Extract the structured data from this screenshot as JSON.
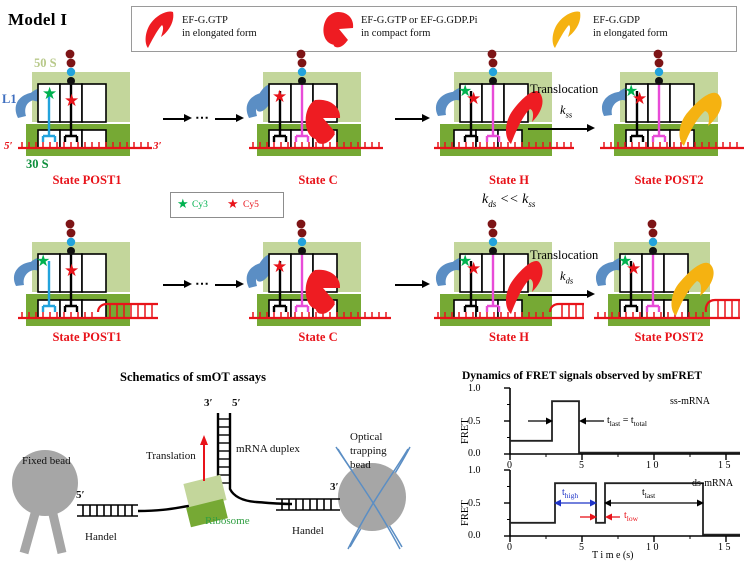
{
  "title": "Model I",
  "legend": {
    "items": [
      {
        "shape": "efg-elongated",
        "color": "#ee1c22",
        "line1": "EF-G.GTP",
        "line2": "in elongated form"
      },
      {
        "shape": "efg-compact",
        "color": "#ee1c22",
        "line1": "EF-G.GTP  or EF-G.GDP.Pi",
        "line2": "in compact form"
      },
      {
        "shape": "efg-elongated",
        "color": "#f5b211",
        "line1": "EF-G.GDP",
        "line2": "in elongated form"
      }
    ]
  },
  "dye_legend": {
    "cy3": {
      "label": "Cy3",
      "color": "#00b14f"
    },
    "cy5": {
      "label": "Cy5",
      "color": "#e8131a"
    }
  },
  "rate_comparison": "k_ds << k_ss",
  "rate_comparison_parts": {
    "left": "k",
    "left_sub": "ds",
    "op": " << ",
    "right": "k",
    "right_sub": "ss"
  },
  "rows": [
    {
      "id": "row-ss-mrna",
      "mrna_type": "ss-mRNA",
      "annotations": {
        "subunit_50s": "50 S",
        "subunit_30s": "30 S",
        "l1_stalk": "L1",
        "mrna_5prime": "5′",
        "mrna_3prime": "3′"
      },
      "states": [
        {
          "label": "State POST1",
          "efg": "none"
        },
        {
          "label": "State C",
          "efg": "compact-red"
        },
        {
          "label": "State H",
          "efg": "elongated-red"
        },
        {
          "label": "State POST2",
          "efg": "elongated-yellow"
        }
      ],
      "transitions": [
        {
          "type": "arrow-dots-arrow",
          "label": "",
          "rate": ""
        },
        {
          "type": "arrow",
          "label": "",
          "rate": ""
        },
        {
          "type": "arrow",
          "label": "Translocation",
          "rate_base": "k",
          "rate_sub": "ss"
        }
      ]
    },
    {
      "id": "row-ds-mrna",
      "mrna_type": "ds-mRNA",
      "annotations": {},
      "states": [
        {
          "label": "State POST1",
          "efg": "none"
        },
        {
          "label": "State C",
          "efg": "compact-red"
        },
        {
          "label": "State H",
          "efg": "elongated-red"
        },
        {
          "label": "State POST2",
          "efg": "elongated-yellow"
        }
      ],
      "transitions": [
        {
          "type": "arrow-dots-arrow",
          "label": "",
          "rate": ""
        },
        {
          "type": "arrow",
          "label": "",
          "rate": ""
        },
        {
          "type": "arrow",
          "label": "Translocation",
          "rate_base": "k",
          "rate_sub": "ds"
        }
      ]
    }
  ],
  "smot": {
    "title": "Schematics of  smOT assays",
    "labels": {
      "fixed_bead": "Fixed bead",
      "handel_left": "Handel",
      "handel_right": "Handel",
      "translation": "Translation",
      "mrna_duplex": "mRNA duplex",
      "ribosome": "Ribosome",
      "optical_bead_l1": "Optical",
      "optical_bead_l2": "trapping",
      "optical_bead_l3": "bead",
      "five_prime_left": "5′",
      "three_prime_top": "3′",
      "five_prime_top": "5′",
      "three_prime_right": "3′"
    },
    "colors": {
      "bead": "#a6a6a6",
      "ribosome_light": "#c3d69b",
      "ribosome_dark": "#76a934",
      "trap_laser": "#5b8ec4",
      "translation_arrow": "#e8131a"
    }
  },
  "fret": {
    "title": "Dynamics of FRET signals observed by smFRET"
  },
  "chart_data": [
    {
      "type": "line",
      "id": "fret-ss-mrna",
      "title": "Dynamics of FRET signals observed by smFRET",
      "xlabel": "",
      "ylabel": "FRET",
      "trace_label": "ss-mRNA",
      "xlim": [
        0,
        16
      ],
      "ylim": [
        0.0,
        1.0
      ],
      "xticks": [
        0,
        5,
        10,
        15
      ],
      "xticklabels": [
        "0",
        "5",
        "1 0",
        "1 5"
      ],
      "yticks": [
        0.0,
        0.5,
        1.0
      ],
      "yticklabels": [
        "0.0",
        "0.5",
        "1.0"
      ],
      "grid": false,
      "x": [
        0,
        2.9,
        2.9,
        4.8,
        4.8,
        16
      ],
      "y": [
        0.2,
        0.2,
        0.8,
        0.8,
        0.02,
        0.02
      ],
      "annotations": [
        {
          "text": "t_last = t_total",
          "label_parts": [
            "t",
            "last",
            " = ",
            "t",
            "total"
          ],
          "x_from": 2.9,
          "x_to": 4.8,
          "y": 0.5,
          "color": "#000000"
        }
      ]
    },
    {
      "type": "line",
      "id": "fret-ds-mrna",
      "title": "",
      "xlabel": "T i m e  (s)",
      "ylabel": "FRET",
      "trace_label": "ds-mRNA",
      "xlim": [
        0,
        16
      ],
      "ylim": [
        0.0,
        1.0
      ],
      "xticks": [
        0,
        5,
        10,
        15
      ],
      "xticklabels": [
        "0",
        "5",
        "1 0",
        "1 5"
      ],
      "yticks": [
        0.0,
        0.5,
        1.0
      ],
      "yticklabels": [
        "0.0",
        "0.5",
        "1.0"
      ],
      "grid": false,
      "x": [
        0,
        3.1,
        3.1,
        6.0,
        6.0,
        6.6,
        6.6,
        13.4,
        13.4,
        16
      ],
      "y": [
        0.2,
        0.2,
        0.8,
        0.8,
        0.2,
        0.2,
        0.8,
        0.8,
        0.02,
        0.02
      ],
      "annotations": [
        {
          "text": "t_high",
          "label_parts": [
            "t",
            "high"
          ],
          "x_from": 3.1,
          "x_to": 6.0,
          "y": 0.5,
          "color": "#1f34c8"
        },
        {
          "text": "t_low",
          "label_parts": [
            "t",
            "low"
          ],
          "x_from": 6.0,
          "x_to": 6.6,
          "y": 0.33,
          "color": "#e8131a"
        },
        {
          "text": "t_last",
          "label_parts": [
            "t",
            "last"
          ],
          "x_from": 6.6,
          "x_to": 13.4,
          "y": 0.5,
          "color": "#000000"
        }
      ]
    }
  ]
}
